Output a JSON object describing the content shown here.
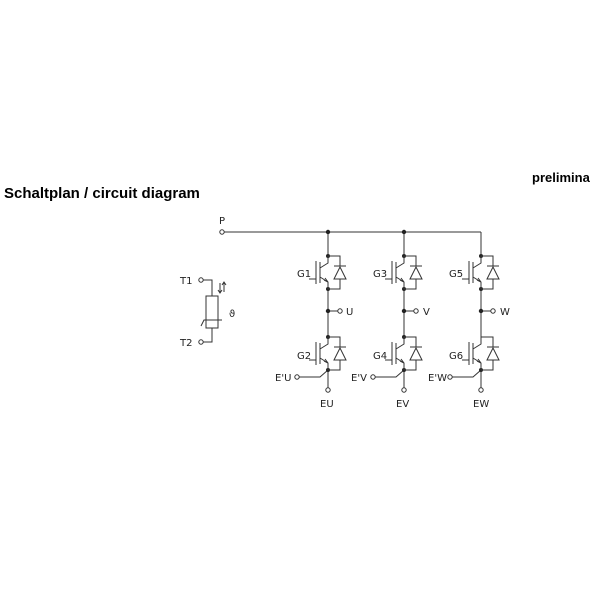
{
  "header": {
    "cut_text": "prelimina",
    "title": "Schaltplan / circuit diagram"
  },
  "terminals": {
    "p": "P",
    "t1": "T1",
    "t2": "T2",
    "u": "U",
    "v": "V",
    "w": "W",
    "g1": "G1",
    "g2": "G2",
    "g3": "G3",
    "g4": "G4",
    "g5": "G5",
    "g6": "G6",
    "eu_aux": "E'U",
    "ev_aux": "E'V",
    "ew_aux": "E'W",
    "eu": "EU",
    "ev": "EV",
    "ew": "EW",
    "theta": "ϑ"
  },
  "colors": {
    "line": "#333333",
    "text": "#222222"
  }
}
